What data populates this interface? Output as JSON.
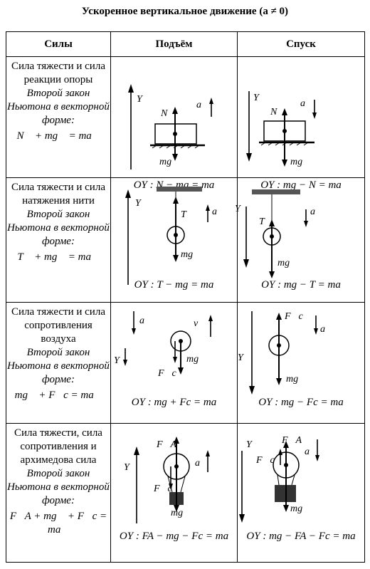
{
  "title": "Ускоренное вертикальное движение (a ≠ 0)",
  "headers": [
    "Силы",
    "Подъём",
    "Спуск"
  ],
  "rows": [
    {
      "forces": "Сила тяжести и сила реакции опоры",
      "law": "Второй закон Ньютона в векторной форме:",
      "formula": "N⃗ + mg⃗ = ma⃗",
      "up_eq": "OY : N − mg = ma",
      "down_eq": "OY : mg − N = ma"
    },
    {
      "forces": "Сила тяжести и сила натяжения нити",
      "law": "Второй закон Ньютона в векторной форме:",
      "formula": "T⃗ + mg⃗ = ma⃗",
      "up_eq": "OY : T − mg = ma",
      "down_eq": "OY : mg − T = ma"
    },
    {
      "forces": "Сила тяжести и сила сопротивления воздуха",
      "law": "Второй закон Ньютона в векторной форме:",
      "formula": "mg⃗ + F⃗c = ma⃗",
      "up_eq": "OY : mg + Fc = ma",
      "down_eq": "OY : mg − Fc = ma"
    },
    {
      "forces": "Сила тяжести, сила сопротивления и архимедова сила",
      "law": "Второй закон Ньютона в векторной форме:",
      "formula": "F⃗A + mg⃗ + F⃗c = ma⃗",
      "up_eq": "OY : FA − mg − Fc = ma",
      "down_eq": "OY : mg − FA − Fc = ma"
    }
  ],
  "symbols": {
    "Y": "Y",
    "N": "N⃗",
    "T": "T⃗",
    "a": "a⃗",
    "v": "v⃗",
    "mg": "mg⃗",
    "Fc": "F⃗c",
    "FA": "F⃗A",
    "mg_plain": "mg"
  }
}
